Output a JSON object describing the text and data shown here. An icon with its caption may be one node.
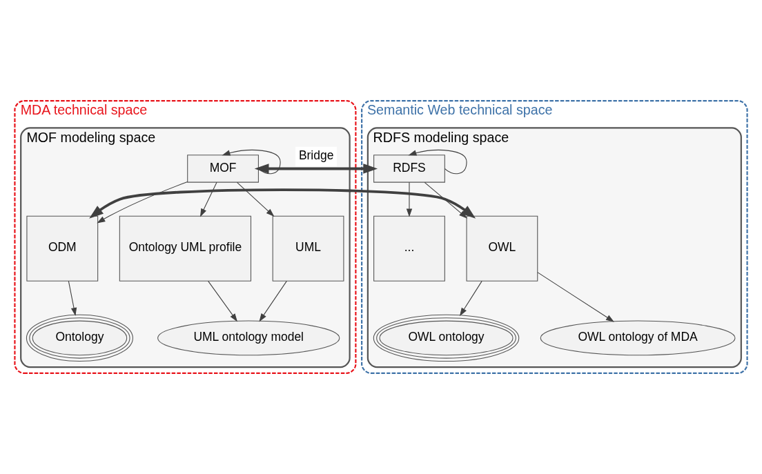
{
  "diagram": {
    "nodes": [
      {
        "text": [
          "MDA technical space"
        ]
      },
      {
        "text": [
          "Semantic Web technical space"
        ]
      },
      {
        "text": [
          "RDFS modeling space"
        ],
        "in": 1
      },
      {
        "text": [
          "MOF modeling space"
        ],
        "in": 0
      },
      {
        "text": [
          "RDFS"
        ],
        "in": 2
      },
      {
        "text": [
          "MOF"
        ],
        "in": 3
      },
      {
        "text": [
          "..."
        ],
        "in": 2
      },
      {
        "text": [
          "OWL"
        ],
        "in": 2
      },
      {
        "text": [
          "ODM"
        ],
        "in": 3
      },
      {
        "text": [
          "Ontology UML profile"
        ],
        "in": 3
      },
      {
        "text": [
          "UML"
        ],
        "in": 3
      },
      {
        "text": [
          "OWL ontology"
        ],
        "in": 2
      },
      {
        "text": [
          "OWL ontology of MDA"
        ],
        "in": 2
      },
      {
        "text": [
          "Ontology"
        ],
        "in": 3
      },
      {
        "text": [
          "UML ontology model"
        ],
        "in": 3
      }
    ],
    "edges": [
      {
        "from": 4,
        "to": 4,
        "arrow": "to"
      },
      {
        "from": 4,
        "to": 5,
        "arrow": "both",
        "label": "Bridge",
        "style": "thick"
      },
      {
        "from": 5,
        "to": 5,
        "arrow": "to"
      },
      {
        "from": 4,
        "to": 6,
        "arrow": "to"
      },
      {
        "from": 4,
        "to": 7,
        "arrow": "to"
      },
      {
        "from": 5,
        "to": 8,
        "arrow": "to"
      },
      {
        "from": 5,
        "to": 9,
        "arrow": "to"
      },
      {
        "from": 5,
        "to": 10,
        "arrow": "to"
      },
      {
        "from": 7,
        "to": 8,
        "arrow": "both",
        "style": "thick"
      },
      {
        "from": 7,
        "to": 11,
        "arrow": "to"
      },
      {
        "from": 7,
        "to": 12,
        "arrow": "to"
      },
      {
        "from": 8,
        "to": 13,
        "arrow": "to"
      },
      {
        "from": 9,
        "to": 14,
        "arrow": "to"
      },
      {
        "from": 10,
        "to": 14,
        "arrow": "to"
      }
    ]
  }
}
